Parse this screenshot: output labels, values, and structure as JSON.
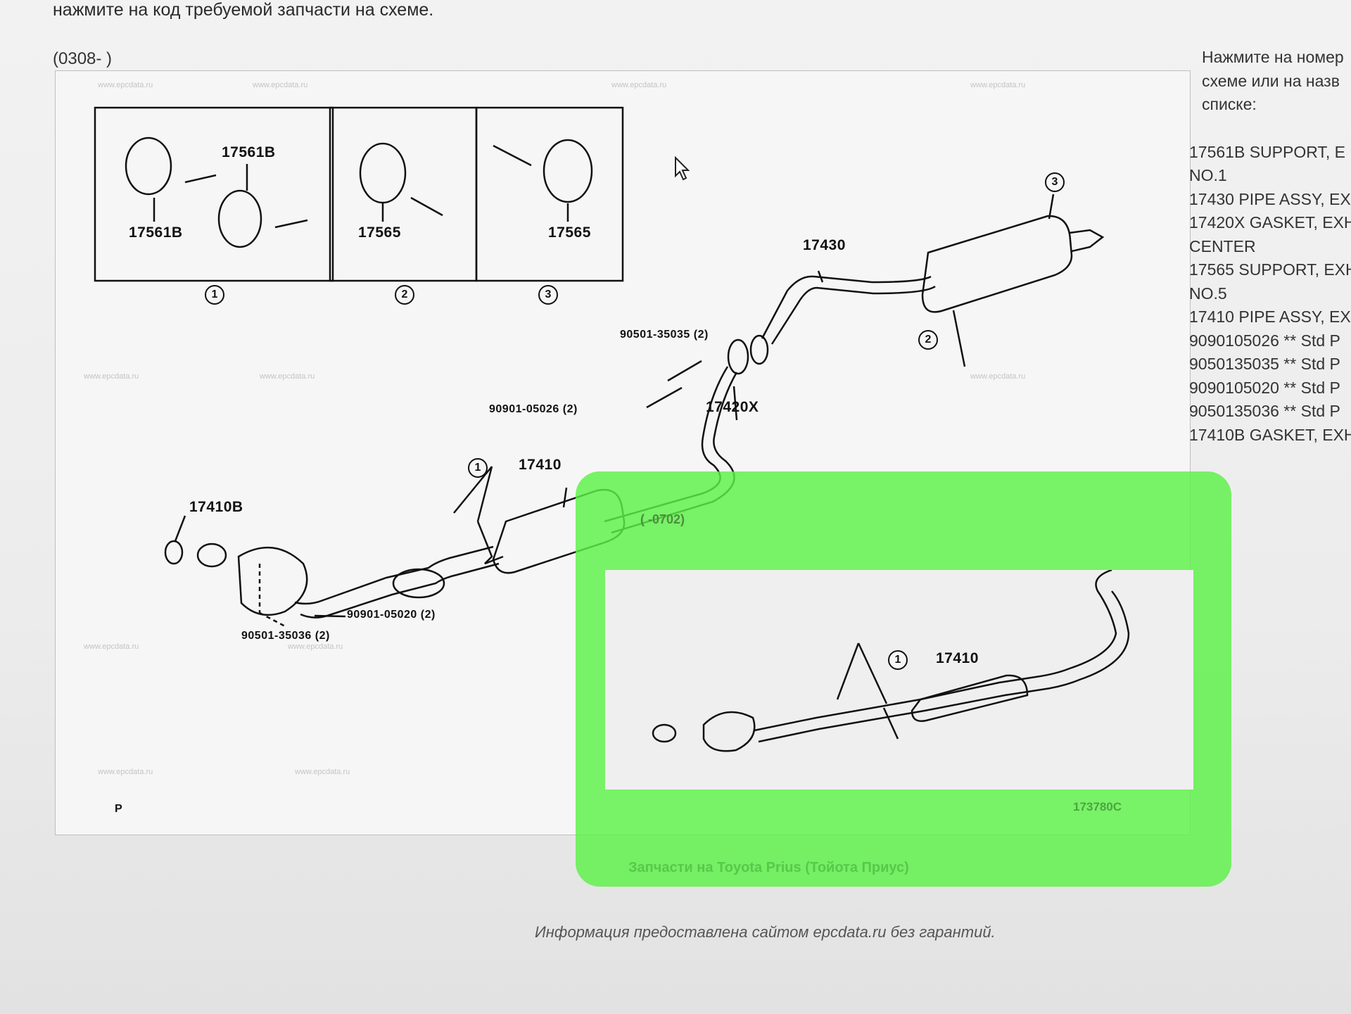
{
  "instruction": "нажмите на код требуемой запчасти на схеме.",
  "range_label": "(0308- )",
  "side_panel": {
    "intro_lines": [
      "Нажмите на номер",
      "схеме или на назв",
      "списке:"
    ],
    "parts": [
      "17561B SUPPORT, E",
      "NO.1",
      "17430 PIPE ASSY, EX",
      "17420X GASKET, EXH",
      "CENTER",
      "17565 SUPPORT, EXH",
      "NO.5",
      "17410 PIPE ASSY, EXH",
      "9090105026 ** Std P",
      "9050135035 ** Std P",
      "9090105020 ** Std P",
      "9050135036 ** Std P",
      "17410B GASKET, EXHA"
    ]
  },
  "diagram": {
    "watermark": "www.epcdata.ru",
    "insets": {
      "labels": [
        "17561B",
        "17561B",
        "17565",
        "17565"
      ],
      "numbers": [
        "1",
        "2",
        "3"
      ]
    },
    "callouts": {
      "p17430": "17430",
      "p90501_35035": "90501-35035 (2)",
      "p90901_05026": "90901-05026 (2)",
      "p17420x": "17420X",
      "p17410": "17410",
      "p17410b": "17410B",
      "p90901_05020": "90901-05020 (2)",
      "p90501_35036": "90501-35036 (2)",
      "n1": "1",
      "n2": "2",
      "n3": "3"
    },
    "corner_mark": "P",
    "inset_range": "(      -0702)",
    "inset_callout": "17410",
    "inset_n1": "1",
    "code_ref": "173780C"
  },
  "green_caption": "Запчасти на Toyota Prius (Тойота Приус)",
  "footer_note": "Информация предоставлена сайтом epcdata.ru без гарантий.",
  "colors": {
    "highlight": "#5cf046",
    "line": "#111111",
    "text": "#333333"
  }
}
